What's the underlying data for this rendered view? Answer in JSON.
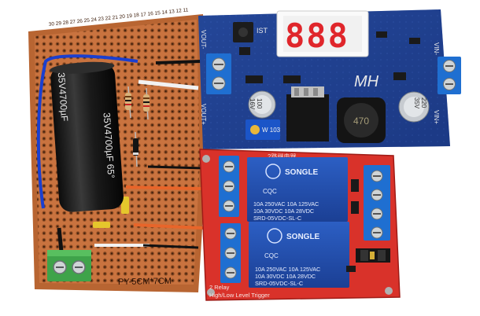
{
  "perfboard": {
    "label_bottom": "PY-5CM*7CM",
    "row_numbers": [
      "30",
      "29",
      "28",
      "27",
      "26",
      "25",
      "24",
      "23",
      "22",
      "21",
      "20",
      "19",
      "18",
      "17",
      "16",
      "15",
      "14",
      "13",
      "12",
      "11"
    ]
  },
  "capacitor_big": {
    "marking_1": "35V4700µF",
    "marking_2": "35V4700µF 65°"
  },
  "buck_module": {
    "display": "888",
    "label_ist": "IST",
    "label_vout_minus": "VOUT-",
    "label_vout_plus": "VOUT+",
    "label_vin_minus": "VIN-",
    "label_vin_plus": "VIN+",
    "label_mh": "MH",
    "cap_small": "100\n16V",
    "cap_right": "220\n35V",
    "pot_label": "W 103",
    "inductor_label": "470"
  },
  "relay_module": {
    "relays": [
      {
        "brand": "SONGLE",
        "cert": "CQC",
        "spec_1": "10A 250VAC 10A 125VAC",
        "spec_2": "10A 30VDC 10A 28VDC",
        "model": "SRD-05VDC-SL-C"
      },
      {
        "brand": "SONGLE",
        "cert": "CQC",
        "spec_1": "10A 250VAC 10A 125VAC",
        "spec_2": "10A 30VDC 10A 28VDC",
        "model": "SRD-05VDC-SL-C"
      }
    ],
    "label_top": "2路继电器",
    "label_bottom_1": "2 Relay",
    "label_bottom_2": "High/Low Level Trigger"
  },
  "colors": {
    "perfboard": "#c9733f",
    "perfboard_dark": "#a85a2c",
    "buck_pcb": "#1d3f8f",
    "relay_pcb": "#d9322a",
    "relay_body": "#1f4fae",
    "terminal_blue": "#1f6fd1",
    "terminal_green": "#3fa34a",
    "capacitor": "#1b1b1b",
    "display_red": "#e0262b"
  }
}
